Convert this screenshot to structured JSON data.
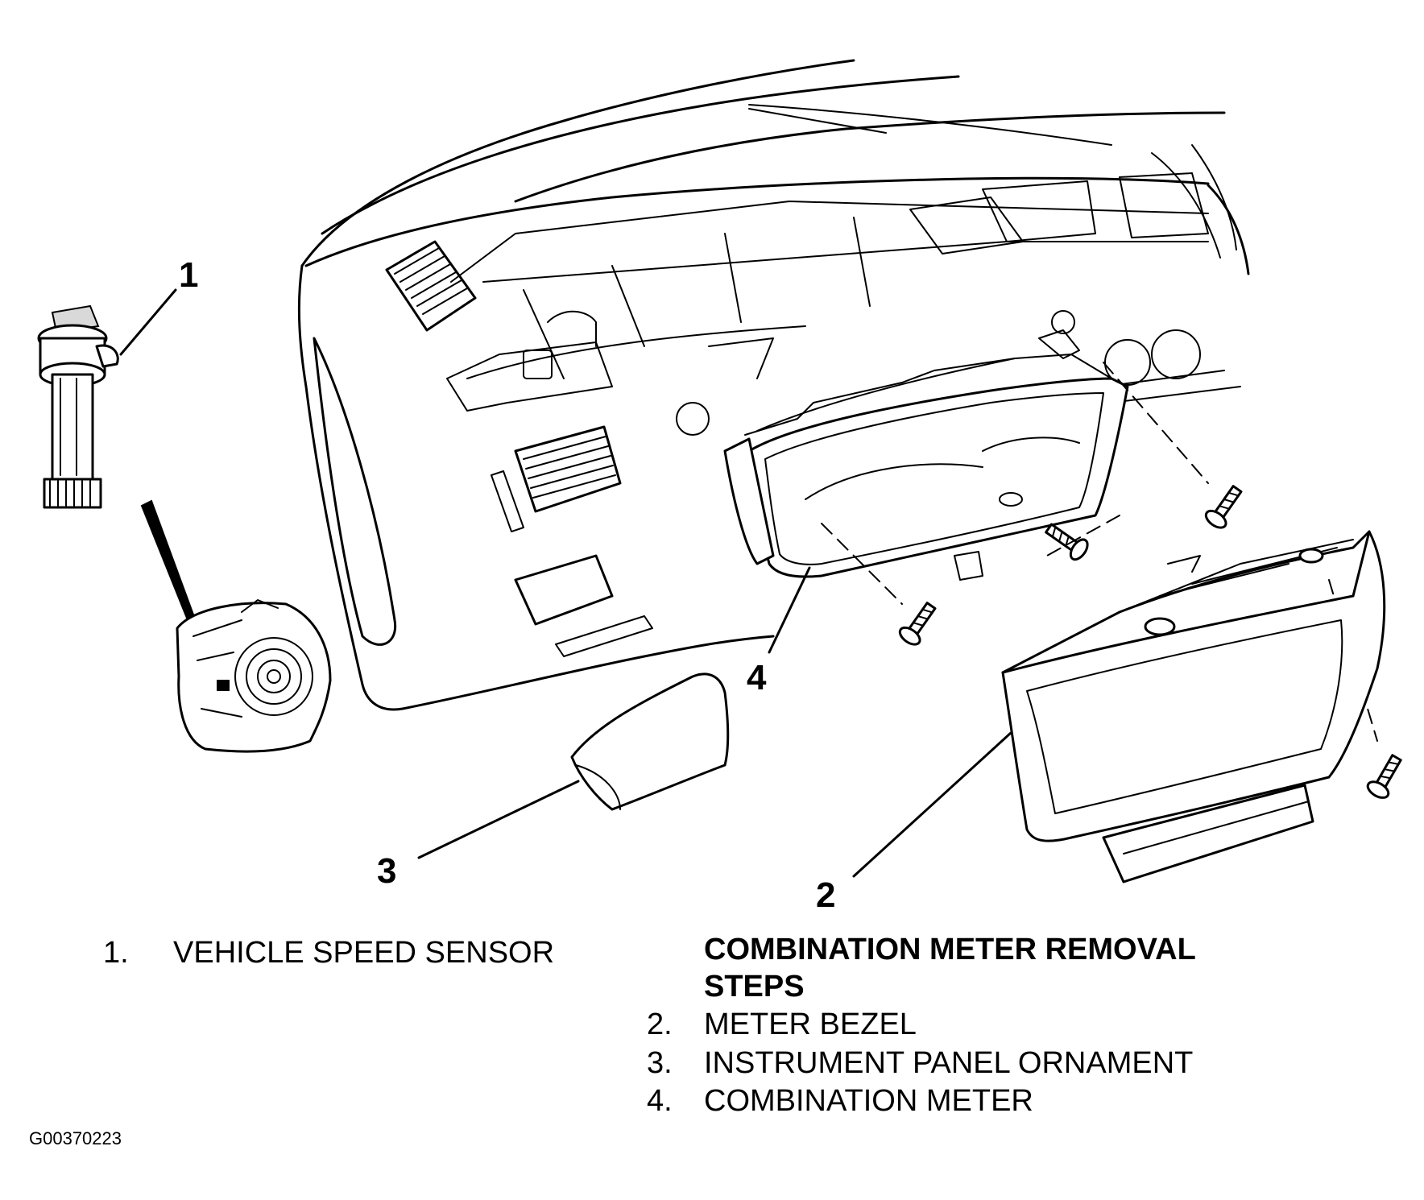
{
  "callouts": {
    "c1": "1",
    "c2": "2",
    "c3": "3",
    "c4": "4"
  },
  "legend": {
    "item1_num": "1.",
    "item1_text": "VEHICLE SPEED SENSOR",
    "heading_line1": "COMBINATION METER REMOVAL",
    "heading_line2": "STEPS",
    "steps": [
      {
        "num": "2.",
        "text": "METER BEZEL"
      },
      {
        "num": "3.",
        "text": "INSTRUMENT PANEL ORNAMENT"
      },
      {
        "num": "4.",
        "text": "COMBINATION METER"
      }
    ]
  },
  "figure_code": "G00370223"
}
